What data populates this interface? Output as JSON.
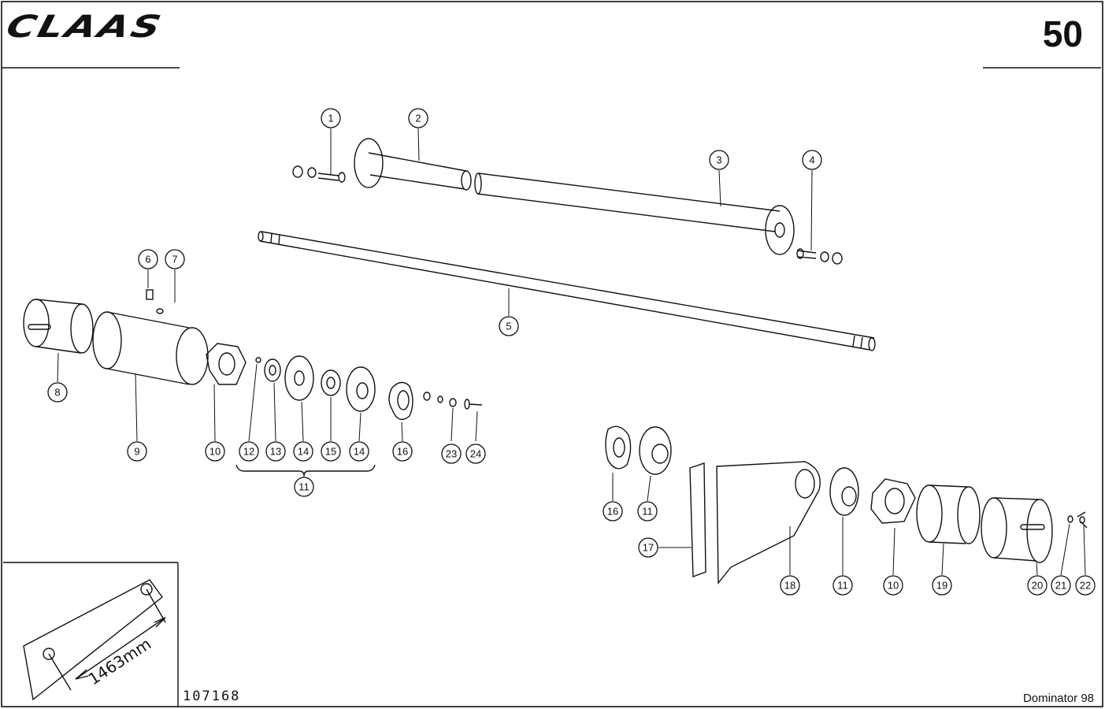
{
  "header": {
    "brand": "CLAAS",
    "page_number": "50"
  },
  "footer": {
    "drawing_number": "107168",
    "model": "Dominator 98"
  },
  "inset": {
    "dimension": "1463mm"
  },
  "callouts": [
    {
      "id": "c1",
      "label": "1"
    },
    {
      "id": "c2",
      "label": "2"
    },
    {
      "id": "c3",
      "label": "3"
    },
    {
      "id": "c4",
      "label": "4"
    },
    {
      "id": "c5",
      "label": "5"
    },
    {
      "id": "c6",
      "label": "6"
    },
    {
      "id": "c7",
      "label": "7"
    },
    {
      "id": "c8",
      "label": "8"
    },
    {
      "id": "c9",
      "label": "9"
    },
    {
      "id": "c10a",
      "label": "10"
    },
    {
      "id": "c12",
      "label": "12"
    },
    {
      "id": "c13",
      "label": "13"
    },
    {
      "id": "c14a",
      "label": "14"
    },
    {
      "id": "c15",
      "label": "15"
    },
    {
      "id": "c14b",
      "label": "14"
    },
    {
      "id": "c16a",
      "label": "16"
    },
    {
      "id": "c23",
      "label": "23"
    },
    {
      "id": "c24",
      "label": "24"
    },
    {
      "id": "c11a",
      "label": "11"
    },
    {
      "id": "c16b",
      "label": "16"
    },
    {
      "id": "c11b",
      "label": "11"
    },
    {
      "id": "c17",
      "label": "17"
    },
    {
      "id": "c18",
      "label": "18"
    },
    {
      "id": "c11c",
      "label": "11"
    },
    {
      "id": "c10b",
      "label": "10"
    },
    {
      "id": "c19",
      "label": "19"
    },
    {
      "id": "c20",
      "label": "20"
    },
    {
      "id": "c21",
      "label": "21"
    },
    {
      "id": "c22",
      "label": "22"
    }
  ]
}
